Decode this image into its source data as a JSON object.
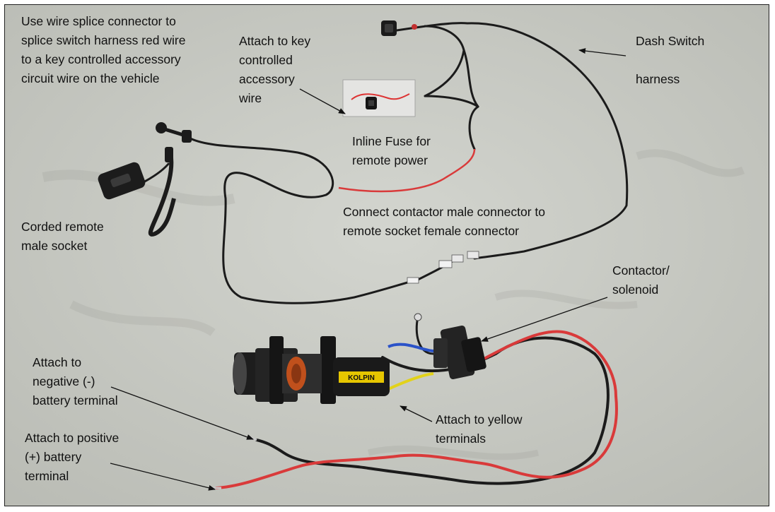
{
  "colors": {
    "floor": "#c9cbc4",
    "wire_black": "#1b1b1b",
    "wire_red": "#d93a3a",
    "wire_blue": "#2a52c8",
    "wire_yellow": "#e2d21a",
    "spool_strap": "#c0501c",
    "arrow": "#111111"
  },
  "labels": {
    "splice": "Use wire splice connector to\nsplice switch harness red wire\nto a key controlled accessory\ncircuit wire on the vehicle",
    "key_wire": "Attach to key\ncontrolled\naccessory\nwire",
    "dash_switch": "Dash Switch\n\nharness",
    "inline_fuse": "Inline Fuse for\nremote power",
    "contactor_connect": "Connect contactor male connector to\nremote socket female connector",
    "corded_remote": "Corded remote\nmale socket",
    "contactor": "Contactor/\nsolenoid",
    "negative": "Attach to\nnegative (-)\nbattery terminal",
    "positive": "Attach to positive\n(+) battery\nterminal",
    "yellow": "Attach to yellow\nterminals"
  },
  "winch_brand": "KOLPIN"
}
